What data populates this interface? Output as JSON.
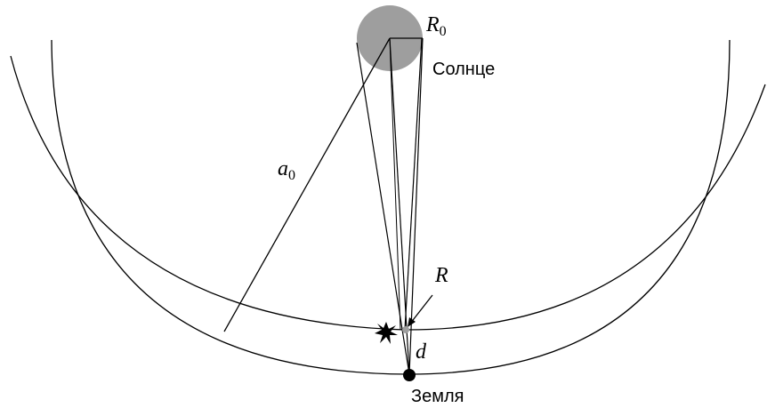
{
  "labels": {
    "sun_radius": {
      "main": "R",
      "sub": "0"
    },
    "sun_name": "Солнце",
    "orbit_radius": {
      "main": "a",
      "sub": "0"
    },
    "small_radius": "R",
    "distance": "d",
    "earth_name": "Земля"
  },
  "colors": {
    "sun_fill": "#9e9e9e",
    "line": "#000000",
    "small_body": "#9e9e9e"
  }
}
